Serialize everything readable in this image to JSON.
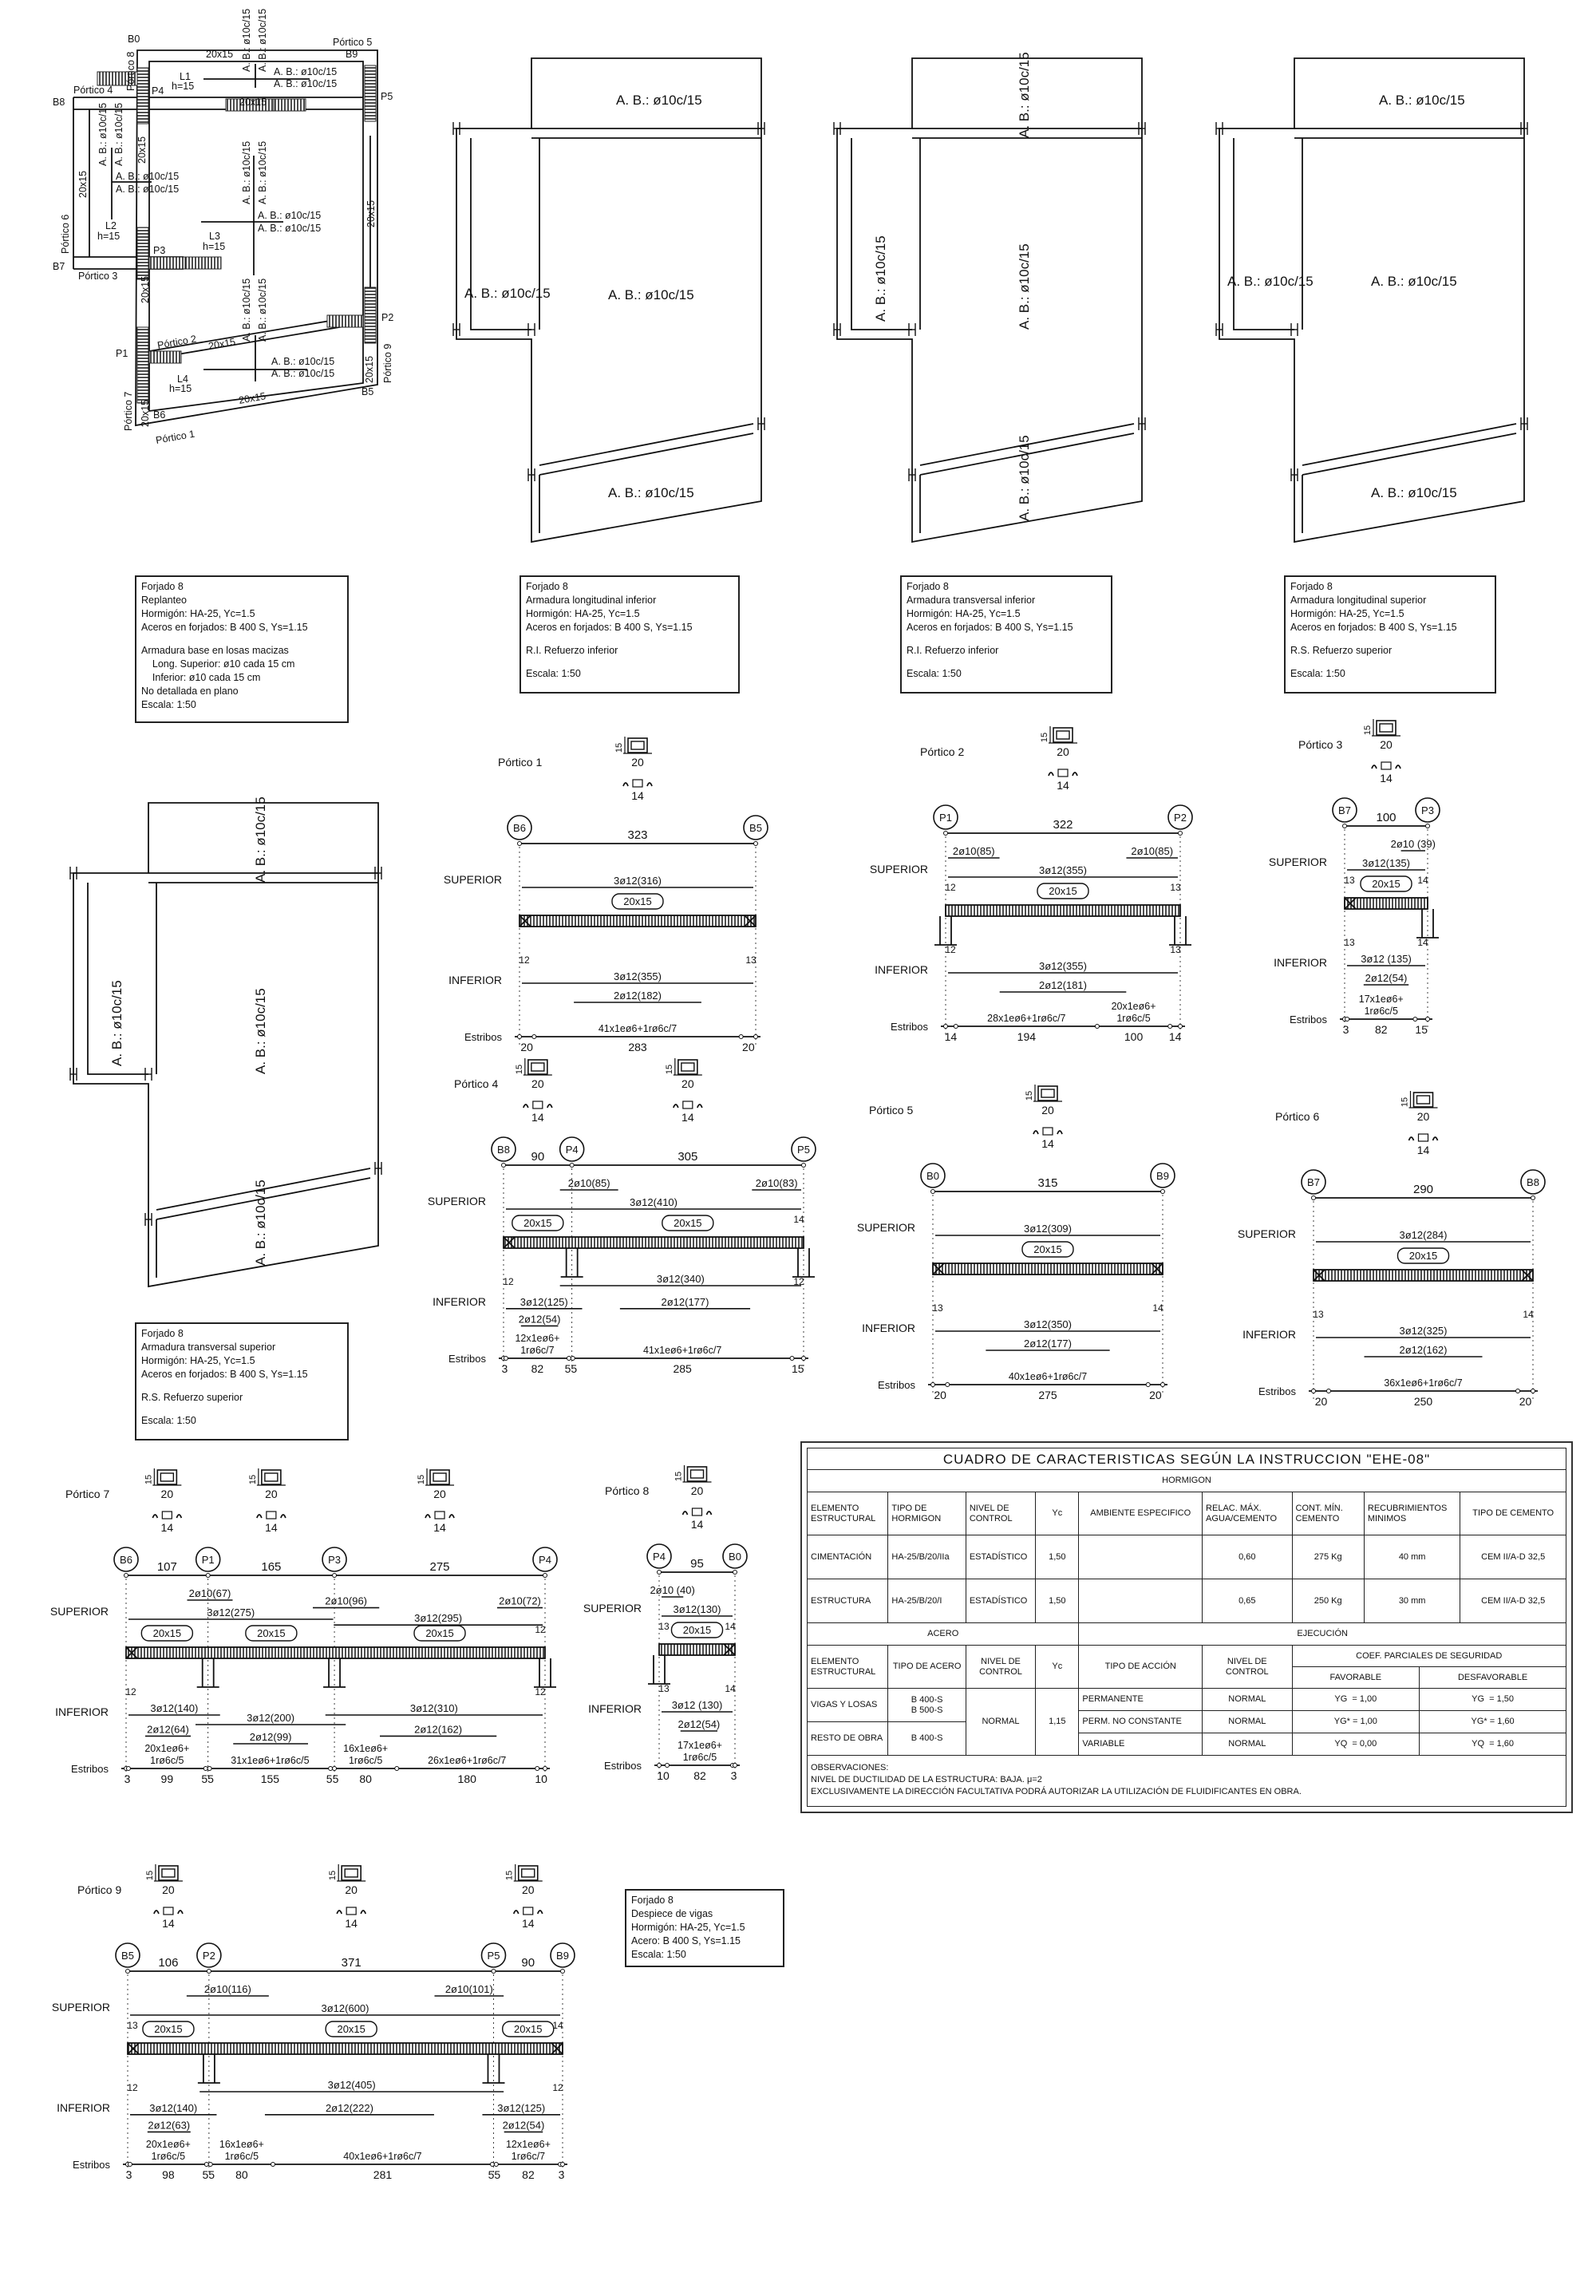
{
  "common": {
    "superior": "SUPERIOR",
    "inferior": "INFERIOR",
    "estribos": "Estribos",
    "hatch_color": "#222222",
    "line_color": "#111111"
  },
  "plans": {
    "replanteo": {
      "labels": [
        "B0",
        "Pórtico 5",
        "B9",
        "20x15",
        "Pórtico 8",
        "L1",
        "h=15",
        "A. B.: ø10c/15",
        "A. B.: ø10c/15",
        "A. B.: ø10c/15",
        "A. B.: ø10c/15",
        "Pórtico 4",
        "B8",
        "P4",
        "P5",
        "20x15",
        "20x15",
        "A. B.: ø10c/15",
        "A. B.: ø10c/15",
        "A. B.: ø10c/15",
        "A. B.: ø10c/15",
        "20x15",
        "L2",
        "h=15",
        "Pórtico 6",
        "B7",
        "Pórtico 3",
        "P3",
        "A. B.: ø10c/15",
        "A. B.: ø10c/15",
        "A. B.: ø10c/15",
        "A. B.: ø10c/15",
        "L3",
        "h=15",
        "20x15",
        "P2",
        "Pórtico 9",
        "20x15",
        "Pórtico 2",
        "20x15",
        "A. B.: ø10c/15",
        "A. B.: ø10c/15",
        "A. B.: ø10c/15",
        "A. B.: ø10c/15",
        "P1",
        "L4",
        "h=15",
        "B5",
        "20x15",
        "Pórtico 7",
        "20x15",
        "B6",
        "Pórtico 1",
        "20x15"
      ]
    },
    "slabs": [
      {
        "labels": [
          "A. B.: ø10c/15",
          "A. B.: ø10c/15",
          "A. B.: ø10c/15",
          "A. B.: ø10c/15"
        ]
      },
      {
        "labels": [
          "A. B.: ø10c/15",
          "A. B.: ø10c/15",
          "A. B.: ø10c/15",
          "A. B.: ø10c/15"
        ]
      },
      {
        "labels": [
          "A. B.: ø10c/15",
          "A. B.: ø10c/15",
          "A. B.: ø10c/15",
          "A. B.: ø10c/15"
        ]
      },
      {
        "labels": [
          "A. B.: ø10c/15",
          "A. B.: ø10c/15",
          "A. B.: ø10c/15",
          "A. B.: ø10c/15"
        ]
      }
    ]
  },
  "notes": [
    {
      "lines": [
        "Forjado 8",
        "Replanteo",
        "Hormigón: HA-25, Yc=1.5",
        "Aceros en forjados: B 400 S, Ys=1.15",
        "",
        "Armadura base en losas macizas",
        "    Long. Superior: ø10 cada 15 cm",
        "    Inferior: ø10 cada 15 cm",
        "No detallada en plano",
        "Escala: 1:50"
      ]
    },
    {
      "lines": [
        "Forjado 8",
        "Armadura longitudinal inferior",
        "Hormigón: HA-25, Yc=1.5",
        "Aceros en forjados: B 400 S, Ys=1.15",
        "",
        "R.I. Refuerzo inferior",
        "",
        "Escala: 1:50"
      ]
    },
    {
      "lines": [
        "Forjado 8",
        "Armadura transversal inferior",
        "Hormigón: HA-25, Yc=1.5",
        "Aceros en forjados: B 400 S, Ys=1.15",
        "",
        "R.I. Refuerzo inferior",
        "",
        "Escala: 1:50"
      ]
    },
    {
      "lines": [
        "Forjado 8",
        "Armadura longitudinal superior",
        "Hormigón: HA-25, Yc=1.5",
        "Aceros en forjados: B 400 S, Ys=1.15",
        "",
        "R.S. Refuerzo superior",
        "",
        "Escala: 1:50"
      ]
    },
    {
      "lines": [
        "Forjado 8",
        "Armadura transversal superior",
        "Hormigón: HA-25, Yc=1.5",
        "Aceros en forjados: B 400 S, Ys=1.15",
        "",
        "R.S. Refuerzo superior",
        "",
        "Escala: 1:50"
      ]
    },
    {
      "lines": [
        "Forjado 8",
        "Despiece de vigas",
        "Hormigón: HA-25, Yc=1.5",
        "Acero: B 400 S, Ys=1.15",
        "Escala: 1:50"
      ]
    }
  ],
  "porticos": [
    {
      "title": "Pórtico 1",
      "section": {
        "h": "15",
        "b": "20",
        "c": "14"
      },
      "beam_tag": "20x15",
      "supports": [
        "B6",
        "B5"
      ],
      "spans": [
        "323"
      ],
      "superior": [
        "3ø12(316)"
      ],
      "inferior": [
        "3ø12(355)",
        "2ø12(182)"
      ],
      "sup_ends": [
        "",
        ""
      ],
      "inf_ends": [
        "12",
        "13"
      ],
      "estribos": [
        {
          "len": "20"
        },
        {
          "len": "283",
          "label": [
            "41x1eø6+1rø6c/7"
          ]
        },
        {
          "len": "20"
        }
      ]
    },
    {
      "title": "Pórtico 2",
      "section": {
        "h": "15",
        "b": "20",
        "c": "14"
      },
      "beam_tag": "20x15",
      "supports": [
        "P1",
        "P2"
      ],
      "spans": [
        "322"
      ],
      "superior": [
        "2ø10(85)",
        "2ø10(85)",
        "3ø12(355)"
      ],
      "inferior": [
        "3ø12(355)",
        "2ø12(181)"
      ],
      "sup_ends": [
        "12",
        "13"
      ],
      "inf_ends": [
        "12",
        "13"
      ],
      "estribos": [
        {
          "len": "14"
        },
        {
          "len": "194",
          "label": [
            "28x1eø6+1rø6c/7"
          ]
        },
        {
          "len": "100",
          "label": [
            "20x1eø6+",
            "1rø6c/5"
          ]
        },
        {
          "len": "14"
        }
      ]
    },
    {
      "title": "Pórtico 3",
      "section": {
        "h": "15",
        "b": "20",
        "c": "14"
      },
      "beam_tag": "20x15",
      "supports": [
        "B7",
        "P3"
      ],
      "spans": [
        "100"
      ],
      "superior": [
        "2ø10 (39)",
        "3ø12(135)"
      ],
      "inferior": [
        "3ø12 (135)",
        "2ø12(54)"
      ],
      "sup_ends": [
        "13",
        "14"
      ],
      "inf_ends": [
        "13",
        "14"
      ],
      "estribos": [
        {
          "len": "3"
        },
        {
          "len": "82",
          "label": [
            "17x1eø6+",
            "1rø6c/5"
          ]
        },
        {
          "len": "15"
        }
      ]
    },
    {
      "title": "Pórtico 4",
      "section": {
        "h": "15",
        "b": "20",
        "c": "14"
      },
      "beam_tag": "20x15",
      "supports": [
        "B8",
        "P4",
        "P5"
      ],
      "spans": [
        "90",
        "305"
      ],
      "superior": [
        "2ø10(85)",
        "2ø10(83)",
        "3ø12(410)"
      ],
      "inferior": [
        "3ø12(340)",
        "3ø12(125)",
        "2ø12(177)",
        "2ø12(54)"
      ],
      "sup_ends": [
        "",
        "14"
      ],
      "inf_ends": [
        "12",
        "12"
      ],
      "estribos": [
        {
          "len": "3"
        },
        {
          "len": "82",
          "label": [
            "12x1eø6+",
            "1rø6c/7"
          ]
        },
        {
          "len": "55"
        },
        {
          "len": "285",
          "label": [
            "41x1eø6+1rø6c/7"
          ]
        },
        {
          "len": "15"
        }
      ]
    },
    {
      "title": "Pórtico 5",
      "section": {
        "h": "15",
        "b": "20",
        "c": "14"
      },
      "beam_tag": "20x15",
      "supports": [
        "B0",
        "B9"
      ],
      "spans": [
        "315"
      ],
      "superior": [
        "3ø12(309)"
      ],
      "inferior": [
        "3ø12(350)",
        "2ø12(177)"
      ],
      "sup_ends": [
        "",
        ""
      ],
      "inf_ends": [
        "13",
        "14"
      ],
      "estribos": [
        {
          "len": "20"
        },
        {
          "len": "275",
          "label": [
            "40x1eø6+1rø6c/7"
          ]
        },
        {
          "len": "20"
        }
      ]
    },
    {
      "title": "Pórtico 6",
      "section": {
        "h": "15",
        "b": "20",
        "c": "14"
      },
      "beam_tag": "20x15",
      "supports": [
        "B7",
        "B8"
      ],
      "spans": [
        "290"
      ],
      "superior": [
        "3ø12(284)"
      ],
      "inferior": [
        "3ø12(325)",
        "2ø12(162)"
      ],
      "sup_ends": [
        "",
        ""
      ],
      "inf_ends": [
        "13",
        "14"
      ],
      "estribos": [
        {
          "len": "20"
        },
        {
          "len": "250",
          "label": [
            "36x1eø6+1rø6c/7"
          ]
        },
        {
          "len": "20"
        }
      ]
    },
    {
      "title": "Pórtico 7",
      "section": {
        "h": "15",
        "b": "20",
        "c": "14"
      },
      "beam_tag": "20x15",
      "supports": [
        "B6",
        "P1",
        "P3",
        "P4"
      ],
      "spans": [
        "107",
        "165",
        "275"
      ],
      "superior": [
        "2ø10(67)",
        "2ø10(96)",
        "2ø10(72)",
        "3ø12(275)",
        "3ø12(295)"
      ],
      "inferior": [
        "3ø12(140)",
        "3ø12(200)",
        "3ø12(310)",
        "2ø12(64)",
        "2ø12(99)",
        "2ø12(162)"
      ],
      "sup_ends": [
        "",
        "12"
      ],
      "inf_ends": [
        "12",
        "12"
      ],
      "estribos": [
        {
          "len": "3"
        },
        {
          "len": "99",
          "label": [
            "20x1eø6+",
            "1rø6c/5"
          ]
        },
        {
          "len": "55"
        },
        {
          "len": "155",
          "label": [
            "31x1eø6+1rø6c/5"
          ]
        },
        {
          "len": "55"
        },
        {
          "len": "80",
          "label": [
            "16x1eø6+",
            "1rø6c/5"
          ]
        },
        {
          "len": "180",
          "label": [
            "26x1eø6+1rø6c/7"
          ]
        },
        {
          "len": "10"
        }
      ]
    },
    {
      "title": "Pórtico 8",
      "section": {
        "h": "15",
        "b": "20",
        "c": "14"
      },
      "beam_tag": "20x15",
      "supports": [
        "P4",
        "B0"
      ],
      "spans": [
        "95"
      ],
      "superior": [
        "2ø10 (40)",
        "3ø12(130)"
      ],
      "inferior": [
        "3ø12 (130)",
        "2ø12(54)"
      ],
      "sup_ends": [
        "13",
        "14"
      ],
      "inf_ends": [
        "13",
        "14"
      ],
      "estribos": [
        {
          "len": "10"
        },
        {
          "len": "82",
          "label": [
            "17x1eø6+",
            "1rø6c/5"
          ]
        },
        {
          "len": "3"
        }
      ]
    },
    {
      "title": "Pórtico 9",
      "section": {
        "h": "15",
        "b": "20",
        "c": "14"
      },
      "beam_tag": "20x15",
      "supports": [
        "B5",
        "P2",
        "P5",
        "B9"
      ],
      "spans": [
        "106",
        "371",
        "90"
      ],
      "superior": [
        "2ø10(116)",
        "2ø10(101)",
        "3ø12(600)"
      ],
      "inferior": [
        "3ø12(405)",
        "3ø12(140)",
        "2ø12(222)",
        "3ø12(125)",
        "2ø12(63)",
        "2ø12(54)"
      ],
      "sup_ends": [
        "13",
        "14"
      ],
      "inf_ends": [
        "12",
        "12"
      ],
      "estribos": [
        {
          "len": "3"
        },
        {
          "len": "98",
          "label": [
            "20x1eø6+",
            "1rø6c/5"
          ]
        },
        {
          "len": "55"
        },
        {
          "len": "80",
          "label": [
            "16x1eø6+",
            "1rø6c/5"
          ]
        },
        {
          "len": "281",
          "label": [
            "40x1eø6+1rø6c/7"
          ]
        },
        {
          "len": "55"
        },
        {
          "len": "82",
          "label": [
            "12x1eø6+",
            "1rø6c/7"
          ]
        },
        {
          "len": "3"
        }
      ]
    }
  ],
  "table": {
    "title": "CUADRO DE CARACTERISTICAS SEGÚN LA INSTRUCCION \"EHE-08\"",
    "hormigon": {
      "heading": "HORMIGON",
      "headers": [
        "ELEMENTO ESTRUCTURAL",
        "TIPO DE HORMIGON",
        "NIVEL DE CONTROL",
        "Yc",
        "AMBIENTE ESPECIFICO",
        "RELAC. MÁX. AGUA/CEMENTO",
        "CONT. MÍN. CEMENTO",
        "RECUBRIMIENTOS MINIMOS",
        "TIPO DE CEMENTO"
      ],
      "rows": [
        [
          "CIMENTACIÓN",
          "HA-25/B/20/IIa",
          "ESTADÍSTICO",
          "1,50",
          "",
          "0,60",
          "275 Kg",
          "40 mm",
          "CEM II/A-D 32,5"
        ],
        [
          "ESTRUCTURA",
          "HA-25/B/20/I",
          "ESTADÍSTICO",
          "1,50",
          "",
          "0,65",
          "250 Kg",
          "30 mm",
          "CEM II/A-D 32,5"
        ]
      ]
    },
    "acero": {
      "heading": "ACERO",
      "headers": [
        "ELEMENTO ESTRUCTURAL",
        "TIPO DE ACERO",
        "NIVEL DE CONTROL",
        "Yc"
      ],
      "rows": [
        {
          "elemento": "VIGAS Y LOSAS",
          "tipo": "B 400-S\nB 500-S"
        },
        {
          "elemento": "RESTO DE OBRA",
          "tipo": "B 400-S"
        }
      ],
      "nivel": "NORMAL",
      "yc": "1,15"
    },
    "ejecucion": {
      "heading": "EJECUCIÓN",
      "headers": [
        "TIPO DE ACCIÓN",
        "NIVEL DE CONTROL",
        "COEF. PARCIALES DE SEGURIDAD",
        "FAVORABLE",
        "DESFAVORABLE"
      ],
      "rows": [
        [
          "PERMANENTE",
          "NORMAL",
          "YG  = 1,00",
          "YG  = 1,50"
        ],
        [
          "PERM. NO CONSTANTE",
          "NORMAL",
          "YG* = 1,00",
          "YG* = 1,60"
        ],
        [
          "VARIABLE",
          "NORMAL",
          "YQ  = 0,00",
          "YQ  = 1,60"
        ]
      ]
    },
    "observaciones": [
      "OBSERVACIONES:",
      "NIVEL DE DUCTILIDAD DE LA ESTRUCTURA: BAJA. μ=2",
      "EXCLUSIVAMENTE LA DIRECCIÓN FACULTATIVA PODRÁ AUTORIZAR LA UTILIZACIÓN DE FLUIDIFICANTES EN OBRA."
    ]
  }
}
